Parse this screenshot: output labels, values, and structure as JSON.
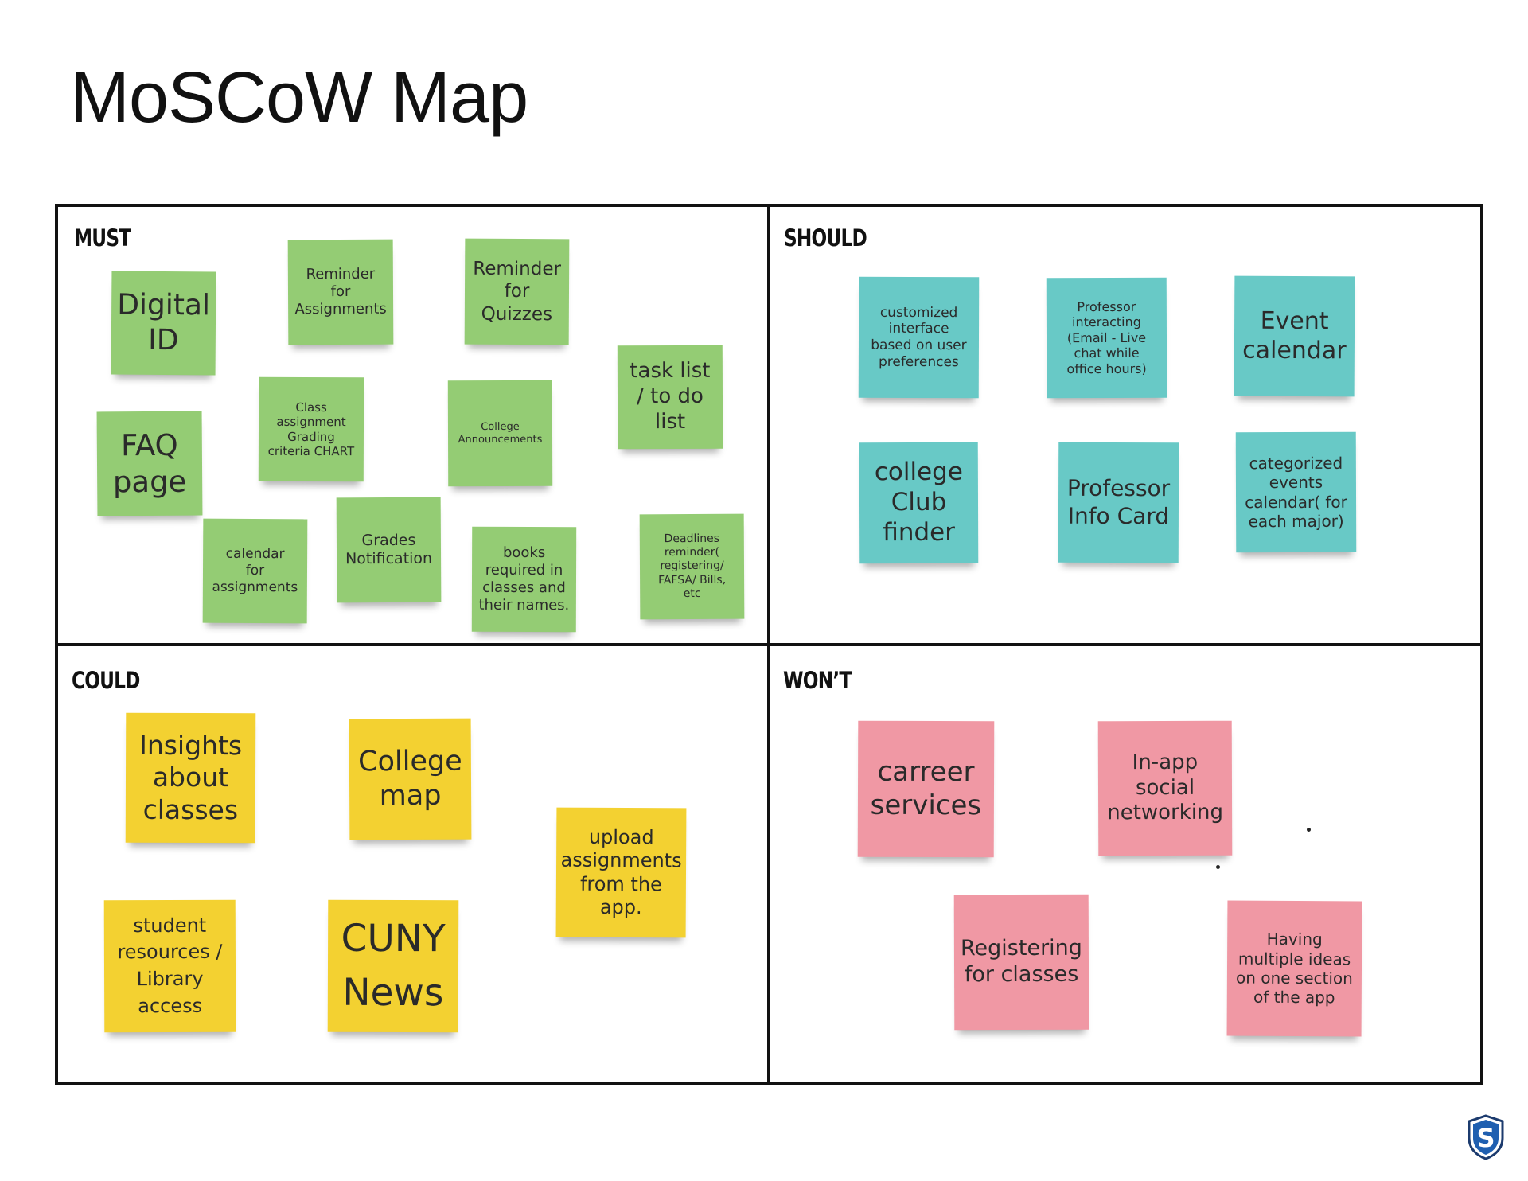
{
  "title": "MoSCoW Map",
  "quadrants": {
    "must": {
      "label": "MUST",
      "notes": [
        "Digital\nID",
        "Reminder\nfor\nAssignments",
        "Reminder\nfor\nQuizzes",
        "task list\n/ to do\nlist",
        "FAQ\npage",
        "Class\nassignment\nGrading\ncriteria CHART",
        "College\nAnnouncements",
        "calendar\nfor\nassignments",
        "Grades\nNotification",
        "books\nrequired in\nclasses and\ntheir names.",
        "Deadlines\nreminder(\nregistering/\nFAFSA/ Bills,\netc"
      ]
    },
    "should": {
      "label": "SHOULD",
      "notes": [
        "customized\ninterface\nbased on user\npreferences",
        "Professor\ninteracting\n(Email - Live\nchat while\noffice hours)",
        "Event\ncalendar",
        "college\nClub\nfinder",
        "Professor\nInfo Card",
        "categorized\nevents\ncalendar( for\neach major)"
      ]
    },
    "could": {
      "label": "COULD",
      "notes": [
        "Insights\nabout\nclasses",
        "College\nmap",
        "upload\nassignments\nfrom the\napp.",
        "student\nresources /\nLibrary\naccess",
        "CUNY\nNews"
      ]
    },
    "wont": {
      "label": "WON’T",
      "notes": [
        "carreer\nservices",
        "In-app\nsocial\nnetworking",
        "Registering\nfor classes",
        "Having\nmultiple ideas\non one section\nof the app"
      ]
    }
  },
  "colors": {
    "must": "#94cc74",
    "should": "#68c9c6",
    "could": "#f3d131",
    "wont": "#f098a4"
  },
  "logo": {
    "icon": "shield-s-logo-icon",
    "letter": "S"
  }
}
